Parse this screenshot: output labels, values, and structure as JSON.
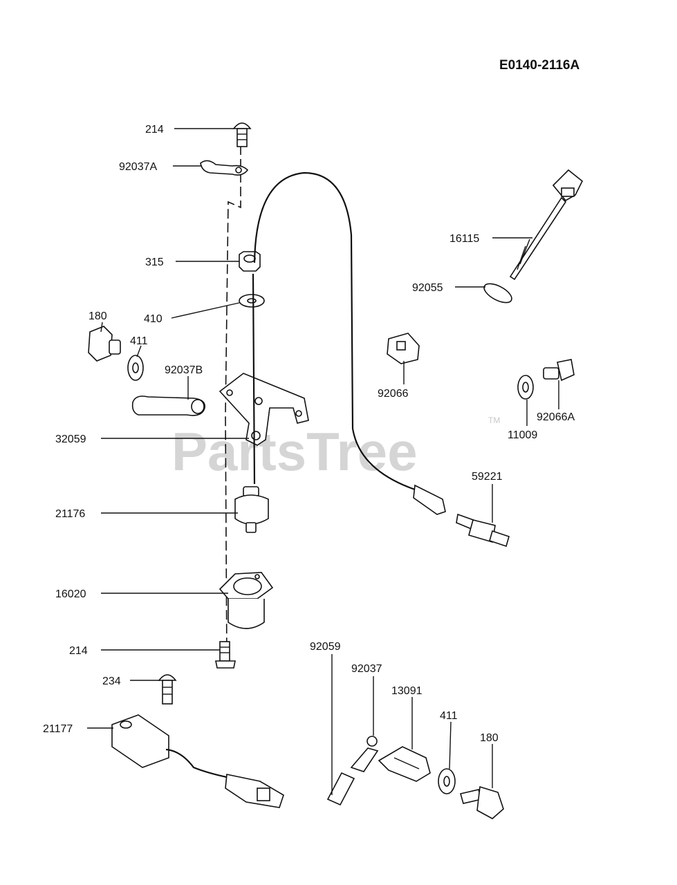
{
  "diagram_code": "E0140-2116A",
  "watermark": "PartsTree",
  "watermark_mark": "TM",
  "callouts": [
    {
      "id": "c-214-top",
      "label": "214"
    },
    {
      "id": "c-92037A",
      "label": "92037A"
    },
    {
      "id": "c-315",
      "label": "315"
    },
    {
      "id": "c-410",
      "label": "410"
    },
    {
      "id": "c-180-left",
      "label": "180"
    },
    {
      "id": "c-411-left",
      "label": "411"
    },
    {
      "id": "c-92037B",
      "label": "92037B"
    },
    {
      "id": "c-32059",
      "label": "32059"
    },
    {
      "id": "c-21176",
      "label": "21176"
    },
    {
      "id": "c-16020",
      "label": "16020"
    },
    {
      "id": "c-214-bottom",
      "label": "214"
    },
    {
      "id": "c-234",
      "label": "234"
    },
    {
      "id": "c-21177",
      "label": "21177"
    },
    {
      "id": "c-16115",
      "label": "16115"
    },
    {
      "id": "c-92055",
      "label": "92055"
    },
    {
      "id": "c-92066",
      "label": "92066"
    },
    {
      "id": "c-11009",
      "label": "11009"
    },
    {
      "id": "c-92066A",
      "label": "92066A"
    },
    {
      "id": "c-59221",
      "label": "59221"
    },
    {
      "id": "c-92059",
      "label": "92059"
    },
    {
      "id": "c-92037",
      "label": "92037"
    },
    {
      "id": "c-13091",
      "label": "13091"
    },
    {
      "id": "c-411-right",
      "label": "411"
    },
    {
      "id": "c-180-right",
      "label": "180"
    }
  ]
}
